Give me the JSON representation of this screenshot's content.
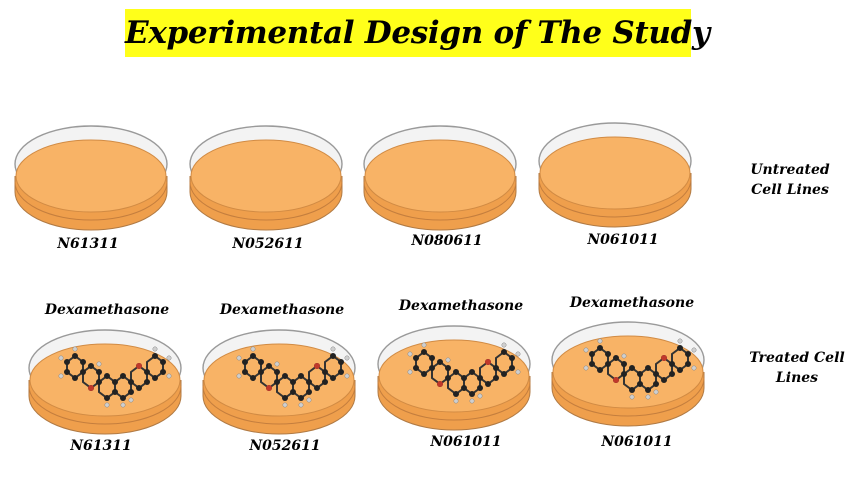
{
  "title": "Experimental Design of The Study",
  "untreated": {
    "group_label_line1": "Untreated",
    "group_label_line2": "Cell Lines",
    "dishes": [
      "N61311",
      "N052611",
      "N080611",
      "N061011"
    ]
  },
  "treated": {
    "group_label_line1": "Treated Cell",
    "group_label_line2": "Lines",
    "compound": "Dexamethasone",
    "dishes": [
      "N61311",
      "N052611",
      "N061011",
      "N061011"
    ]
  },
  "colors": {
    "title_highlight": "#ffff1a",
    "medium": "#f8b366",
    "medium_dark": "#e49a4c",
    "dish_rim": "#9a9a9a"
  }
}
